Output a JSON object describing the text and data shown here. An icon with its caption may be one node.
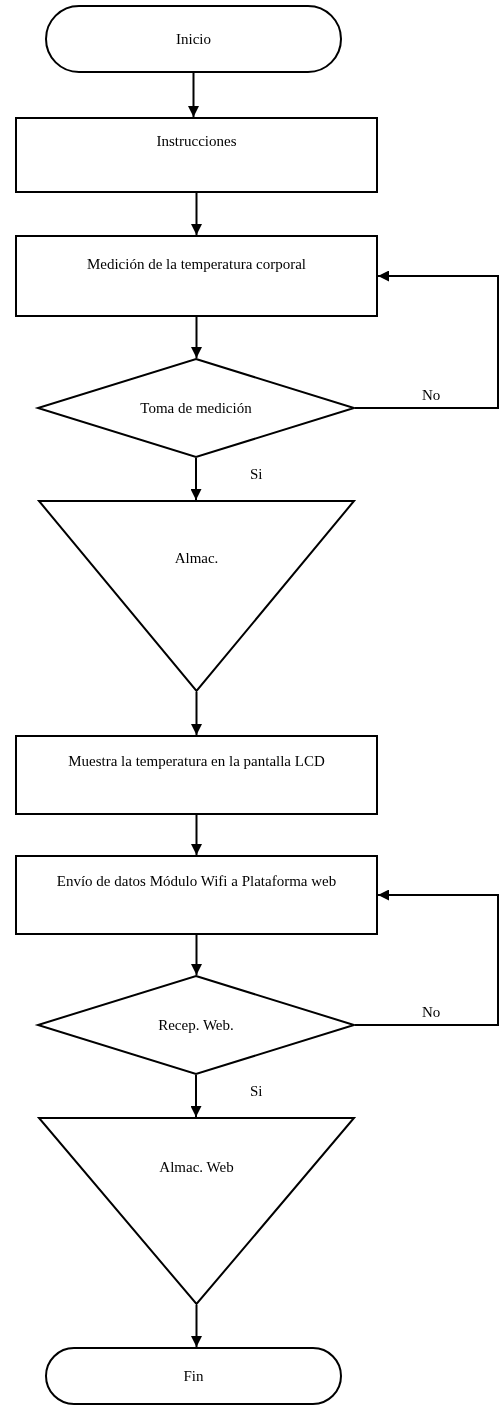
{
  "diagram": {
    "nodes": [
      {
        "text": [
          "Inicio"
        ]
      },
      {
        "text": [
          "Instrucciones"
        ]
      },
      {
        "text": [
          "Medición de la temperatura corporal"
        ]
      },
      {
        "text": [
          "Toma de medición"
        ]
      },
      {
        "text": [
          "Almac."
        ]
      },
      {
        "text": [
          "Muestra la temperatura en la pantalla LCD"
        ]
      },
      {
        "text": [
          "Envío de datos Módulo Wifi a Plataforma web"
        ]
      },
      {
        "text": [
          "Recep. Web."
        ]
      },
      {
        "text": [
          "Almac. Web"
        ]
      },
      {
        "text": [
          "Fin"
        ]
      }
    ],
    "edges": [
      {
        "from": 0,
        "to": 1,
        "arrow": "to"
      },
      {
        "from": 1,
        "to": 2,
        "arrow": "to"
      },
      {
        "from": 2,
        "to": 3,
        "arrow": "to"
      },
      {
        "from": 3,
        "to": 4,
        "arrow": "to",
        "label": "Si"
      },
      {
        "from": 3,
        "to": 2,
        "arrow": "to",
        "label": "No"
      },
      {
        "from": 4,
        "to": 5,
        "arrow": "to"
      },
      {
        "from": 5,
        "to": 6,
        "arrow": "to"
      },
      {
        "from": 6,
        "to": 7,
        "arrow": "to"
      },
      {
        "from": 7,
        "to": 8,
        "arrow": "to",
        "label": "Si"
      },
      {
        "from": 7,
        "to": 6,
        "arrow": "to",
        "label": "No"
      },
      {
        "from": 8,
        "to": 9,
        "arrow": "to"
      }
    ]
  }
}
